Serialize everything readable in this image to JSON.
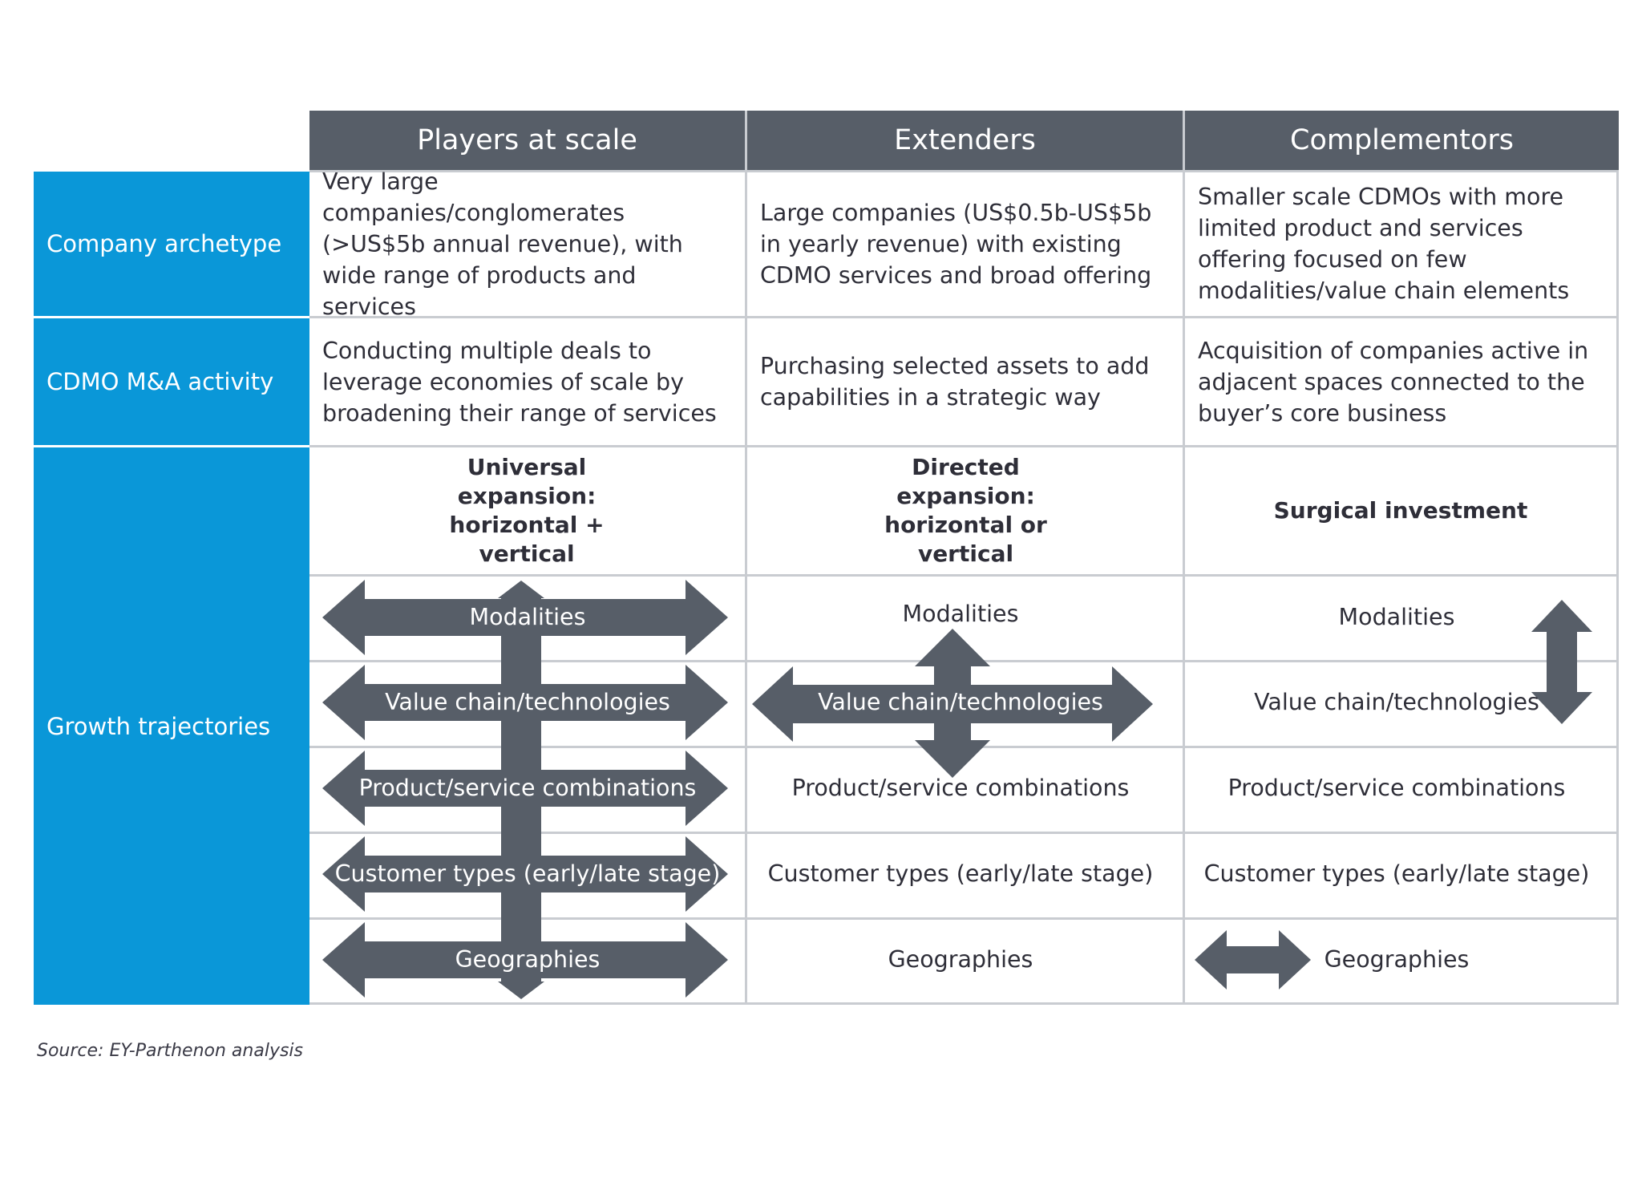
{
  "columns": [
    "Players at scale",
    "Extenders",
    "Complementors"
  ],
  "rows": {
    "company_archetype": {
      "label": "Company archetype",
      "cells": [
        "Very large companies/conglomerates (>US$5b annual revenue), with wide range of products and services",
        "Large companies (US$0.5b-US$5b in yearly revenue) with existing CDMO services and broad offering",
        "Smaller scale CDMOs with more limited product and services offering focused on few modalities/value chain elements"
      ]
    },
    "ma_activity": {
      "label": "CDMO M&A activity",
      "cells": [
        "Conducting multiple deals to leverage economies of scale by broadening their range of services",
        "Purchasing selected assets to add capabilities in a strategic way",
        "Acquisition of companies active in adjacent spaces connected to the buyer’s core business"
      ]
    },
    "growth": {
      "label": "Growth trajectories",
      "strategies": [
        "Universal expansion: horizontal + vertical",
        "Directed expansion: horizontal or vertical",
        "Surgical investment"
      ],
      "dimensions": [
        "Modalities",
        "Value chain/technologies",
        "Product/service combinations",
        "Customer types (early/late stage)",
        "Geographies"
      ]
    }
  },
  "source": "Source: EY-Parthenon analysis",
  "colors": {
    "header": "#575e68",
    "row_label": "#0a97d8",
    "arrow": "#575e68",
    "grid": "#c9ccd1"
  },
  "icons": [
    "double-headed-horizontal-arrow-icon",
    "double-headed-vertical-arrow-icon"
  ]
}
